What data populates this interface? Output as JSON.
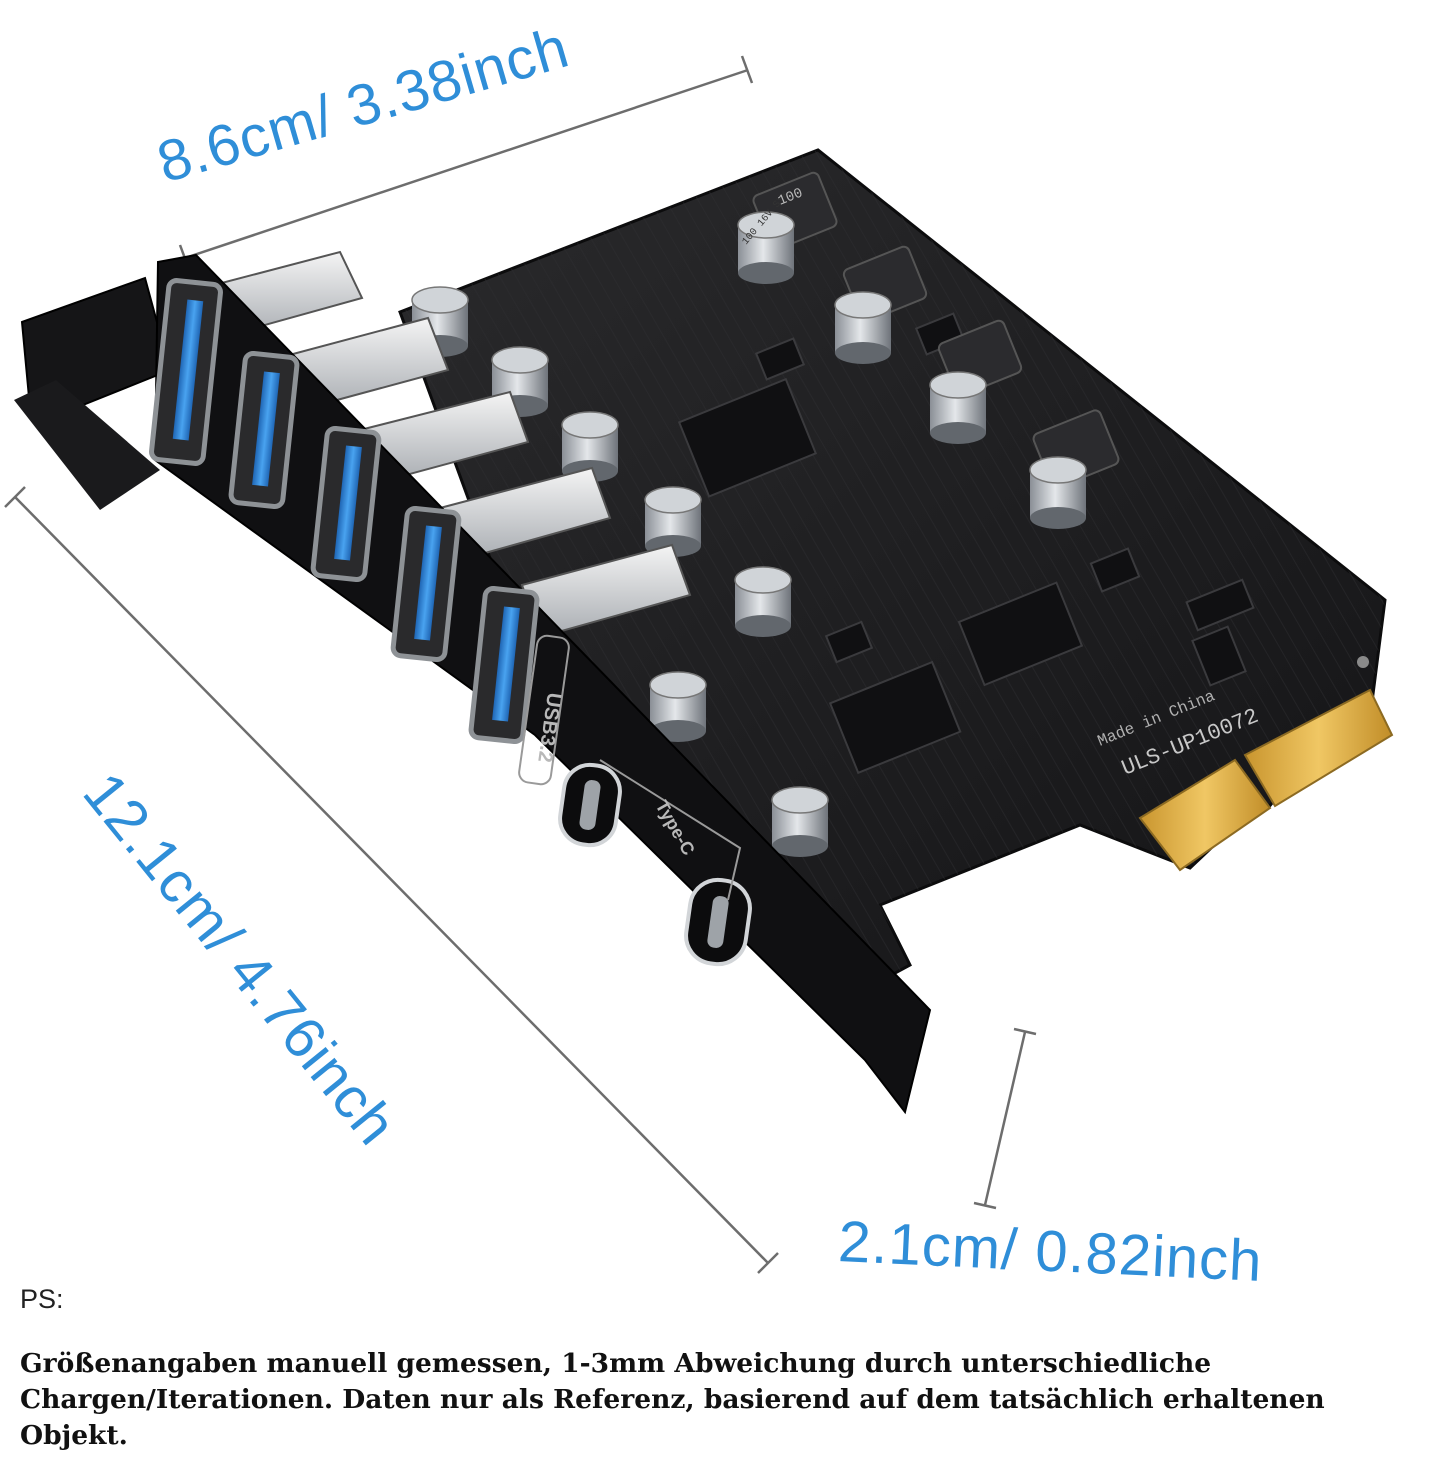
{
  "dimensions": {
    "width_label": "8.6cm/ 3.38inch",
    "length_label": "12.1cm/ 4.76inch",
    "height_label": "2.1cm/ 0.82inch"
  },
  "product": {
    "bracket_usb_label": "USB3.2",
    "bracket_typec_label": "Type-C",
    "pcb_model_label": "ULS-UP10072",
    "pcb_origin_label": "Made in China",
    "capacitor_marking": "100 16V SYK",
    "inductor_marking": "100"
  },
  "note": {
    "prefix": "PS:",
    "text": "Größenangaben manuell gemessen, 1-3mm Abweichung durch unterschiedliche Chargen/Iterationen. Daten nur als Referenz, basierend auf dem tatsächlich erhaltenen Objekt."
  },
  "colors": {
    "dimension_text": "#2f8ed8",
    "pcb": "#1c1c1e",
    "usb_port_tongue": "#2e7fd0",
    "gold_contacts": "#d9a93e"
  }
}
